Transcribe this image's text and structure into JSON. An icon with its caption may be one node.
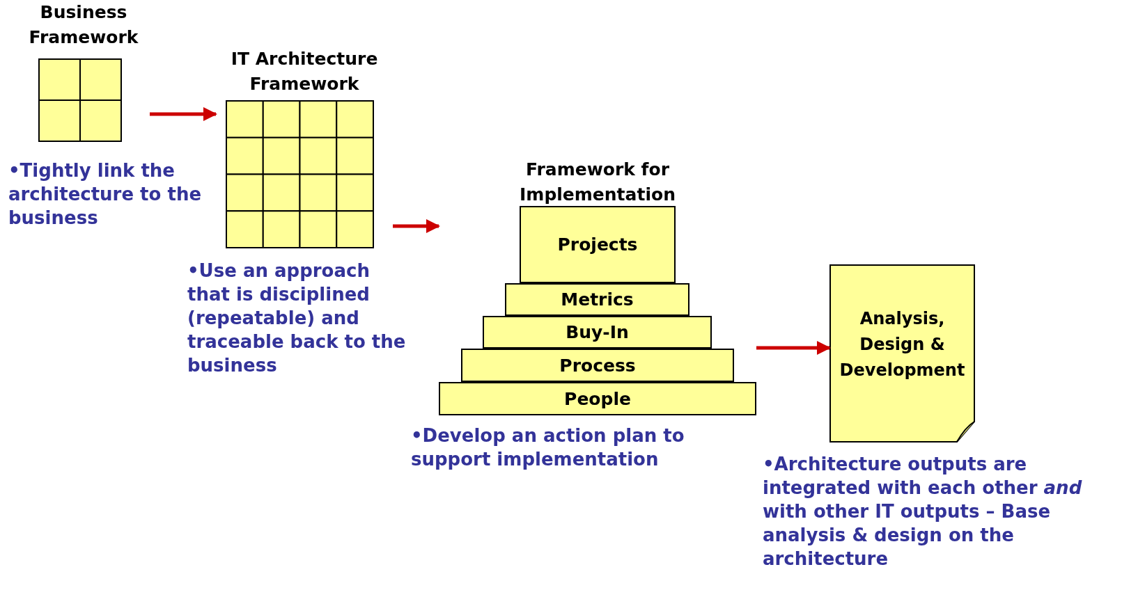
{
  "diagram": {
    "nodes": [
      {
        "text": [
          "Business Framework"
        ],
        "beside": [
          "•Tightly link the architecture to the business"
        ]
      },
      {
        "text": [
          "IT Architecture Framework"
        ],
        "beside": [
          "•Use an approach that is disciplined (repeatable) and traceable back to the business"
        ]
      },
      {
        "text": [
          "Framework for Implementation"
        ],
        "beside": [
          "•Develop an action plan to support implementation"
        ]
      },
      {
        "text": [
          "Projects"
        ],
        "in": 2
      },
      {
        "text": [
          "Metrics"
        ],
        "in": 2
      },
      {
        "text": [
          "Buy-In"
        ],
        "in": 2
      },
      {
        "text": [
          "Process"
        ],
        "in": 2
      },
      {
        "text": [
          "People"
        ],
        "in": 2
      },
      {
        "text": [
          "Analysis, Design & Development"
        ],
        "beside": [
          "•Architecture outputs are integrated with each other *and* with other IT outputs – Base analysis & design on the architecture"
        ]
      }
    ],
    "edges": [
      {
        "from": 0,
        "to": 1,
        "arrow": "to"
      },
      {
        "from": 1,
        "to": 2,
        "arrow": "to"
      },
      {
        "from": 2,
        "to": 8,
        "arrow": "to"
      }
    ]
  }
}
